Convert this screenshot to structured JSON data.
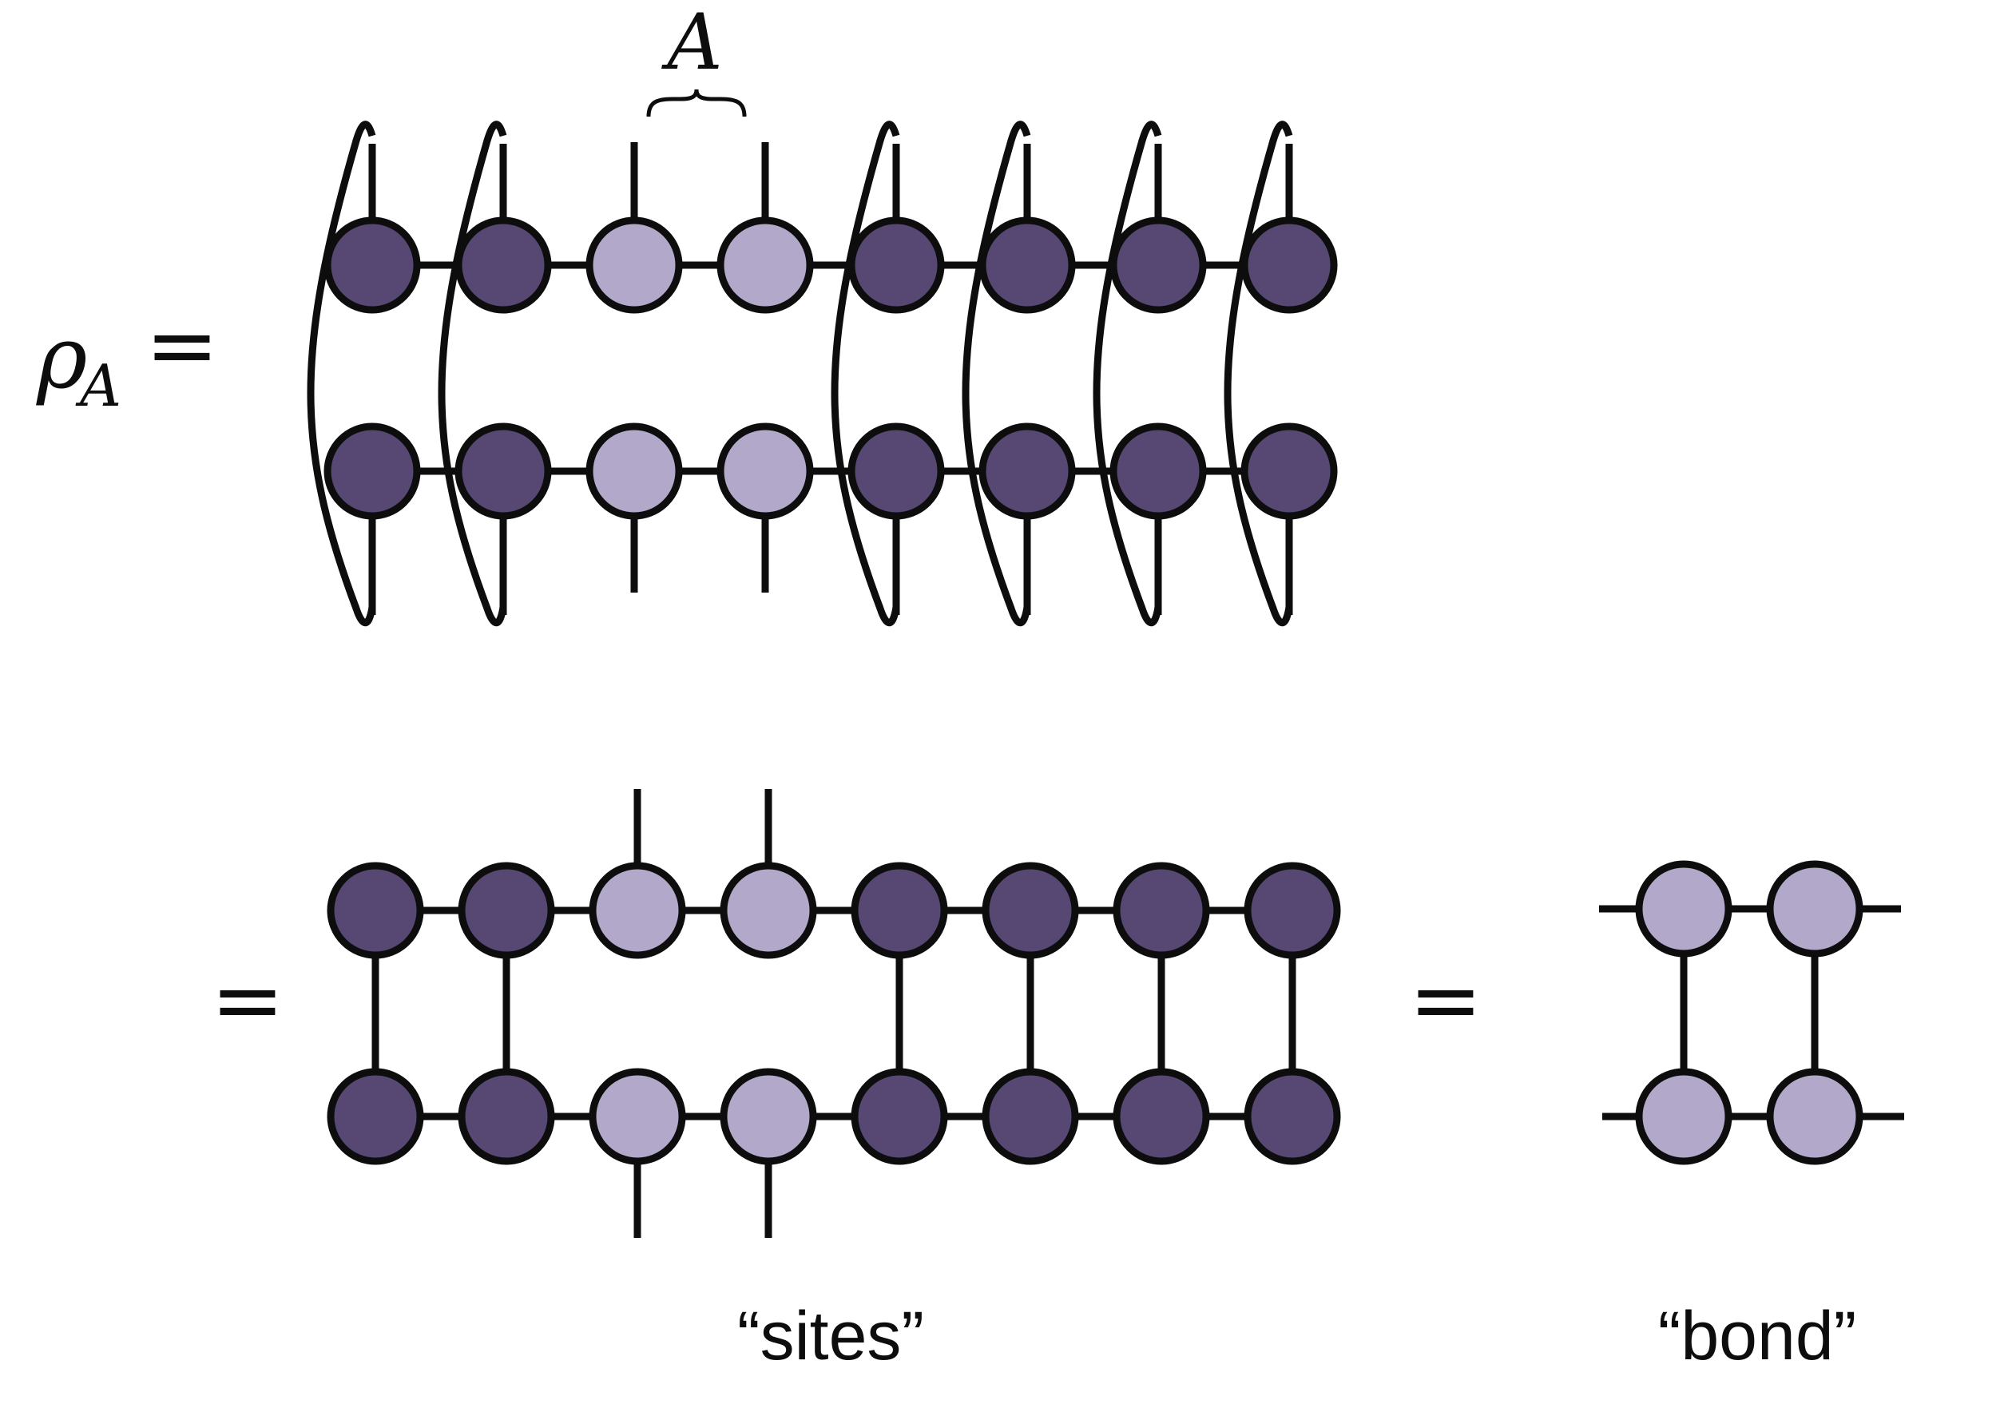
{
  "diagram": {
    "region_label": "A",
    "rho_symbol": "ρ",
    "rho_subscript": "A",
    "equals": "=",
    "captions": {
      "sites": "“sites”",
      "bond": "“bond”"
    }
  },
  "colors": {
    "traced_site": "#564872",
    "region_site": "#b2a8c9",
    "stroke": "#0d0d0d",
    "background": "#ffffff"
  }
}
